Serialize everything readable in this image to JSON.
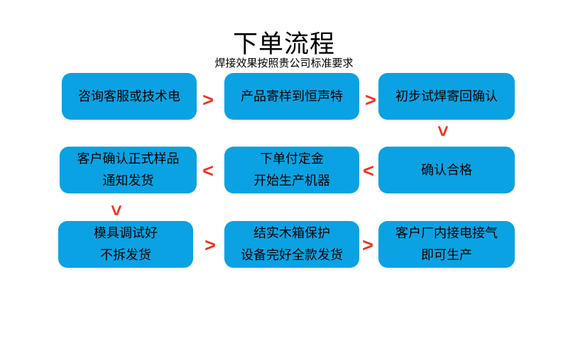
{
  "page": {
    "title": "下单流程",
    "subtitle": "焊接效果按照贵公司标准要求"
  },
  "colors": {
    "box_fill": "#0aa2e3",
    "box_text": "#000000",
    "arrow_red": "#f2331b",
    "background": "#ffffff"
  },
  "flow": {
    "steps": [
      {
        "lines": [
          "咨询客服或技术电"
        ]
      },
      {
        "lines": [
          "产品寄样到恒声特"
        ]
      },
      {
        "lines": [
          "初步试焊寄回确认"
        ]
      },
      {
        "lines": [
          "客户确认正式样品",
          "通知发货"
        ]
      },
      {
        "lines": [
          "下单付定金",
          "开始生产机器"
        ]
      },
      {
        "lines": [
          "确认合格"
        ]
      },
      {
        "lines": [
          "模具调试好",
          "不拆发货"
        ]
      },
      {
        "lines": [
          "结实木箱保护",
          "设备完好全款发货"
        ]
      },
      {
        "lines": [
          "客户厂内接电接气",
          "即可生产"
        ]
      }
    ],
    "arrows": [
      {
        "glyph": ">",
        "direction": "right"
      },
      {
        "glyph": ">",
        "direction": "right"
      },
      {
        "glyph": ">",
        "direction": "down"
      },
      {
        "glyph": "<",
        "direction": "left"
      },
      {
        "glyph": "<",
        "direction": "left"
      },
      {
        "glyph": ">",
        "direction": "down"
      },
      {
        "glyph": ">",
        "direction": "right"
      },
      {
        "glyph": ">",
        "direction": "right"
      }
    ]
  }
}
